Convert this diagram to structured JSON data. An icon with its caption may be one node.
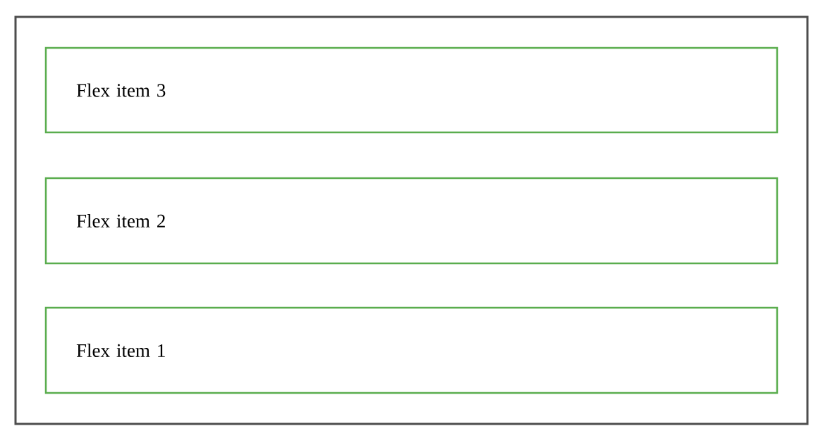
{
  "diagram": {
    "nodes": [
      {
        "text": [],
        "shape": "box"
      },
      {
        "text": [
          "Flex item 3"
        ],
        "in": 0
      },
      {
        "text": [
          "Flex item 2"
        ],
        "in": 0
      },
      {
        "text": [
          "Flex item 1"
        ],
        "in": 0
      }
    ]
  }
}
